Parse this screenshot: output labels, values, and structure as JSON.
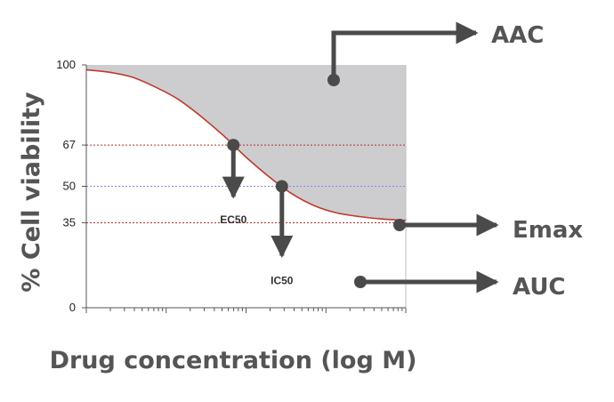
{
  "chart_data": {
    "type": "line",
    "xlabel": "Drug concentration (log M)",
    "ylabel": "% Cell viability",
    "ylim": [
      0,
      100
    ],
    "yticks": [
      0,
      35,
      50,
      67,
      100
    ],
    "x_scale": "log",
    "x_tick_labels": "none",
    "grid": false,
    "series": [
      {
        "values": [
          98,
          97,
          95,
          91,
          86,
          79,
          71,
          62,
          54,
          47,
          42,
          39,
          37.5,
          36.5,
          36
        ]
      }
    ],
    "reference_lines": [
      {
        "y": 67,
        "color": "#b03030",
        "style": "dotted"
      },
      {
        "y": 50,
        "color": "#8888dd",
        "style": "dotted"
      },
      {
        "y": 35,
        "color": "#b03030",
        "style": "dotted"
      }
    ],
    "shaded_area_above_curve": true,
    "points": [
      {
        "label": "EC50",
        "y": 67
      },
      {
        "label": "IC50",
        "y": 50
      }
    ],
    "callouts": [
      "AAC",
      "Emax",
      "AUC"
    ]
  },
  "colors": {
    "curve": "#c0392b",
    "shade": "#cdcdd0",
    "arrow": "#4a4a4a",
    "axis": "#555555",
    "ref_red": "#b03030",
    "ref_blue": "#8888dd"
  }
}
